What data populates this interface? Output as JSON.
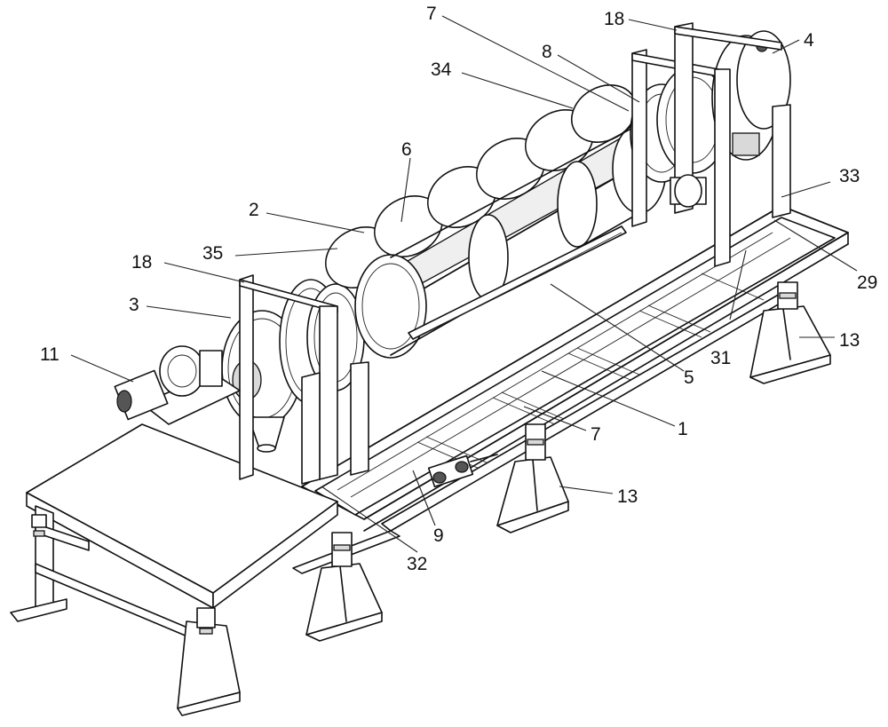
{
  "callouts": [
    {
      "id": "c7-top",
      "text": "7"
    },
    {
      "id": "c18-top",
      "text": "18"
    },
    {
      "id": "c4",
      "text": "4"
    },
    {
      "id": "c8",
      "text": "8"
    },
    {
      "id": "c34",
      "text": "34"
    },
    {
      "id": "c6",
      "text": "6"
    },
    {
      "id": "c33",
      "text": "33"
    },
    {
      "id": "c2",
      "text": "2"
    },
    {
      "id": "c35",
      "text": "35"
    },
    {
      "id": "c29",
      "text": "29"
    },
    {
      "id": "c18-left",
      "text": "18"
    },
    {
      "id": "c3",
      "text": "3"
    },
    {
      "id": "c13-right",
      "text": "13"
    },
    {
      "id": "c31",
      "text": "31"
    },
    {
      "id": "c11",
      "text": "11"
    },
    {
      "id": "c5",
      "text": "5"
    },
    {
      "id": "c1",
      "text": "1"
    },
    {
      "id": "c7-bottom",
      "text": "7"
    },
    {
      "id": "c13-mid",
      "text": "13"
    },
    {
      "id": "c9",
      "text": "9"
    },
    {
      "id": "c32",
      "text": "32"
    }
  ]
}
